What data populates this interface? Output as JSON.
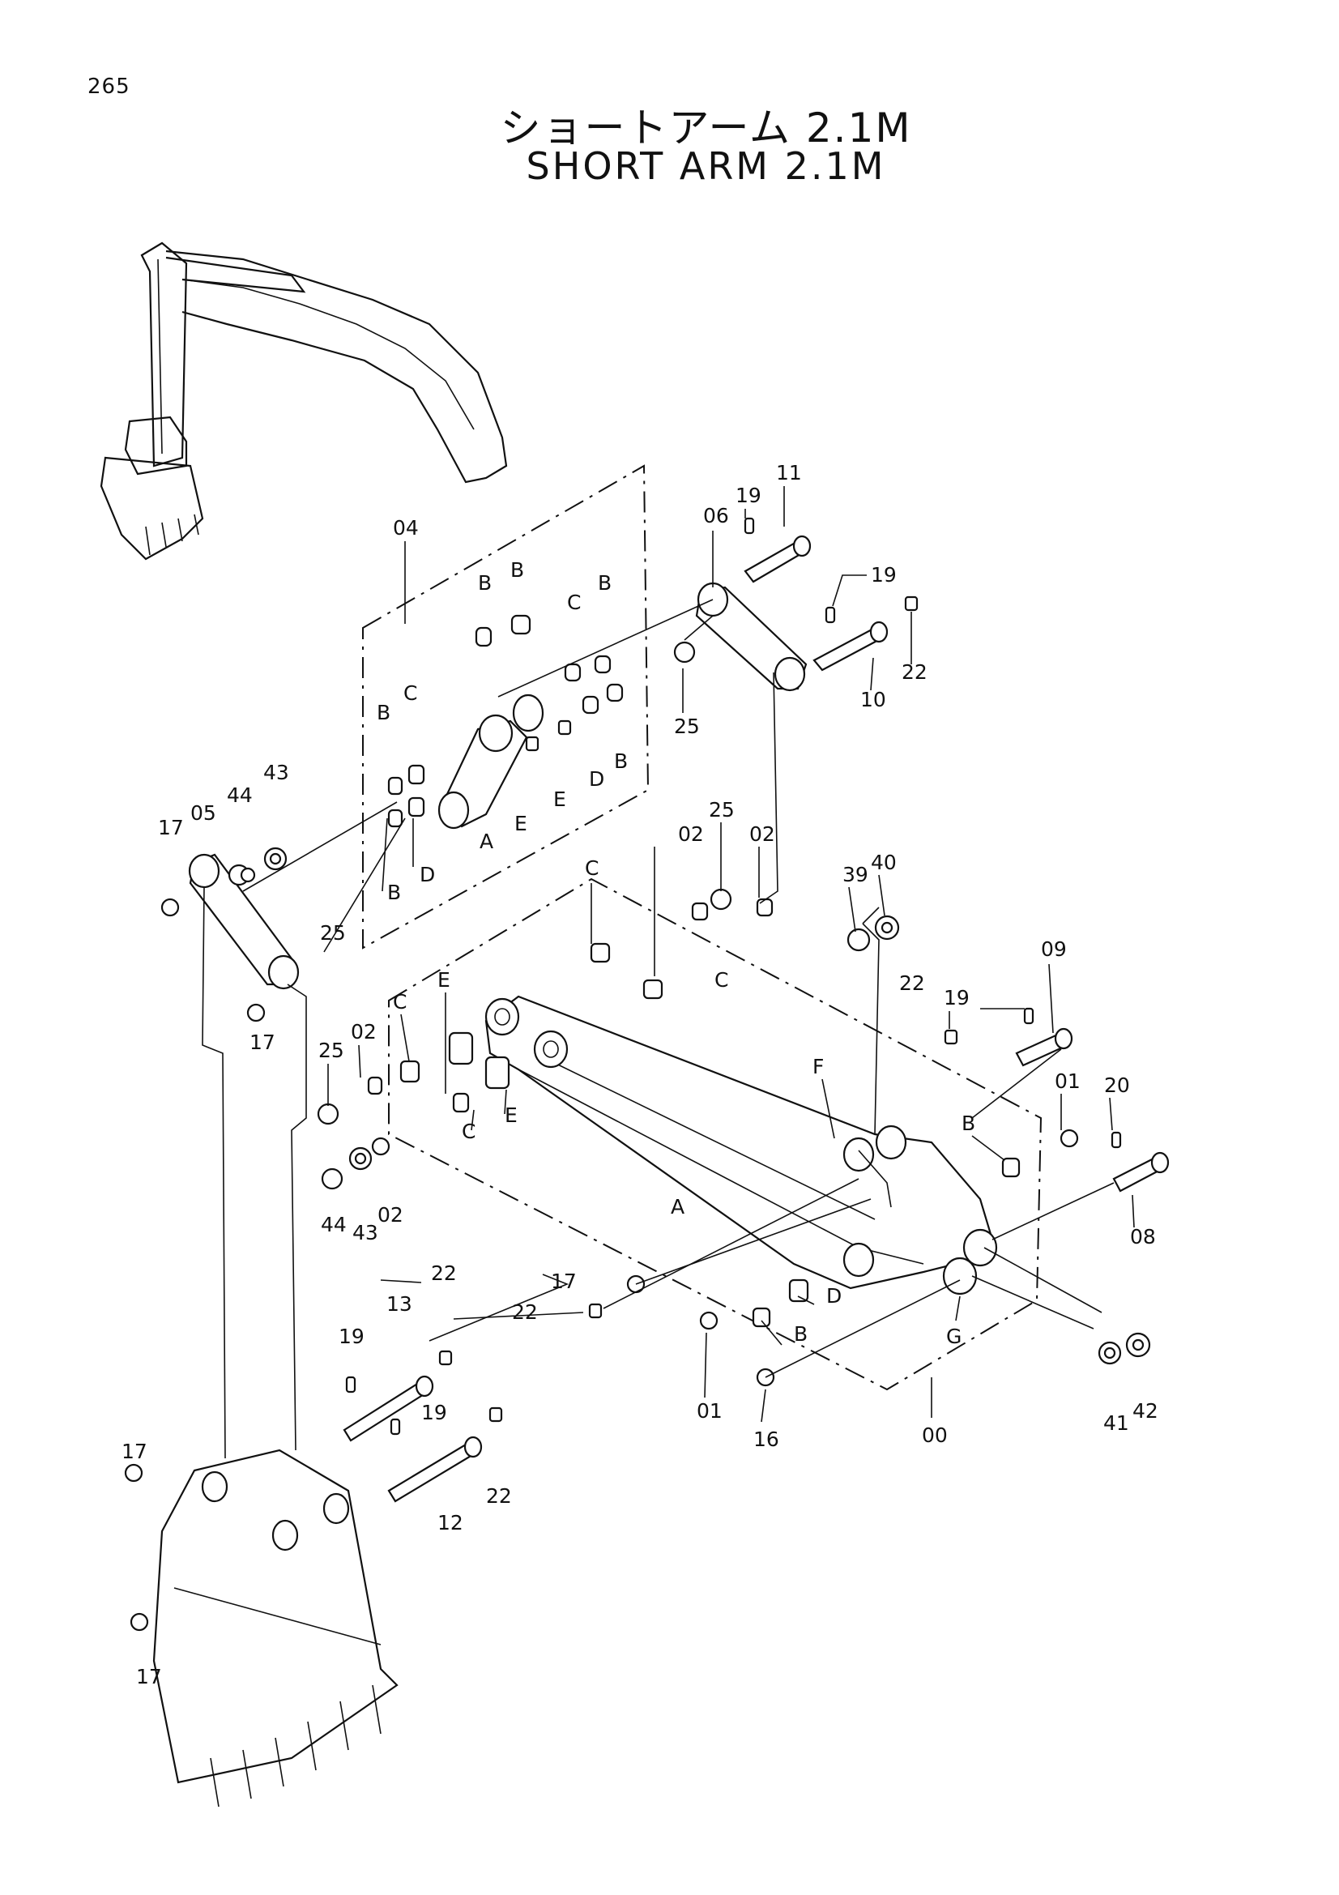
{
  "page": {
    "number": "265"
  },
  "title": {
    "japanese": "ショートアーム 2.1M",
    "english": "SHORT ARM 2.1M"
  },
  "callouts": [
    {
      "id": "c-04",
      "text": "04"
    },
    {
      "id": "c-11",
      "text": "11"
    },
    {
      "id": "c-19a",
      "text": "19"
    },
    {
      "id": "c-06",
      "text": "06"
    },
    {
      "id": "c-19b",
      "text": "19"
    },
    {
      "id": "c-22a",
      "text": "22"
    },
    {
      "id": "c-10",
      "text": "10"
    },
    {
      "id": "c-Ba",
      "text": "B"
    },
    {
      "id": "c-Bb",
      "text": "B"
    },
    {
      "id": "c-Cc",
      "text": "C"
    },
    {
      "id": "c-Bd",
      "text": "B"
    },
    {
      "id": "c-25a",
      "text": "25"
    },
    {
      "id": "c-Be",
      "text": "B"
    },
    {
      "id": "c-Cf",
      "text": "C"
    },
    {
      "id": "c-Ea",
      "text": "E"
    },
    {
      "id": "c-Da",
      "text": "D"
    },
    {
      "id": "c-Bg",
      "text": "B"
    },
    {
      "id": "c-Eb",
      "text": "E"
    },
    {
      "id": "c-Aa",
      "text": "A"
    },
    {
      "id": "c-Db",
      "text": "D"
    },
    {
      "id": "c-Bh",
      "text": "B"
    },
    {
      "id": "c-43a",
      "text": "43"
    },
    {
      "id": "c-44a",
      "text": "44"
    },
    {
      "id": "c-05",
      "text": "05"
    },
    {
      "id": "c-17a",
      "text": "17"
    },
    {
      "id": "c-25b",
      "text": "25"
    },
    {
      "id": "c-17b",
      "text": "17"
    },
    {
      "id": "c-02a",
      "text": "02"
    },
    {
      "id": "c-25c",
      "text": "25"
    },
    {
      "id": "c-02b",
      "text": "02"
    },
    {
      "id": "c-Cg",
      "text": "C"
    },
    {
      "id": "c-Ch",
      "text": "C"
    },
    {
      "id": "c-39",
      "text": "39"
    },
    {
      "id": "c-40",
      "text": "40"
    },
    {
      "id": "c-09",
      "text": "09"
    },
    {
      "id": "c-19c",
      "text": "19"
    },
    {
      "id": "c-22b",
      "text": "22"
    },
    {
      "id": "c-Ci",
      "text": "C"
    },
    {
      "id": "c-Ec",
      "text": "E"
    },
    {
      "id": "c-02c",
      "text": "02"
    },
    {
      "id": "c-25d",
      "text": "25"
    },
    {
      "id": "c-Cj",
      "text": "C"
    },
    {
      "id": "c-Ed",
      "text": "E"
    },
    {
      "id": "c-F",
      "text": "F"
    },
    {
      "id": "c-01a",
      "text": "01"
    },
    {
      "id": "c-20",
      "text": "20"
    },
    {
      "id": "c-Bi",
      "text": "B"
    },
    {
      "id": "c-08",
      "text": "08"
    },
    {
      "id": "c-44b",
      "text": "44"
    },
    {
      "id": "c-43b",
      "text": "43"
    },
    {
      "id": "c-02d",
      "text": "02"
    },
    {
      "id": "c-Ab",
      "text": "A"
    },
    {
      "id": "c-17c",
      "text": "17"
    },
    {
      "id": "c-22c",
      "text": "22"
    },
    {
      "id": "c-Dc",
      "text": "D"
    },
    {
      "id": "c-Bj",
      "text": "B"
    },
    {
      "id": "c-G",
      "text": "G"
    },
    {
      "id": "c-01b",
      "text": "01"
    },
    {
      "id": "c-16",
      "text": "16"
    },
    {
      "id": "c-00",
      "text": "00"
    },
    {
      "id": "c-41",
      "text": "41"
    },
    {
      "id": "c-42",
      "text": "42"
    },
    {
      "id": "c-22d",
      "text": "22"
    },
    {
      "id": "c-19d",
      "text": "19"
    },
    {
      "id": "c-13",
      "text": "13"
    },
    {
      "id": "c-19e",
      "text": "19"
    },
    {
      "id": "c-22e",
      "text": "22"
    },
    {
      "id": "c-12",
      "text": "12"
    },
    {
      "id": "c-17d",
      "text": "17"
    },
    {
      "id": "c-17e",
      "text": "17"
    }
  ]
}
